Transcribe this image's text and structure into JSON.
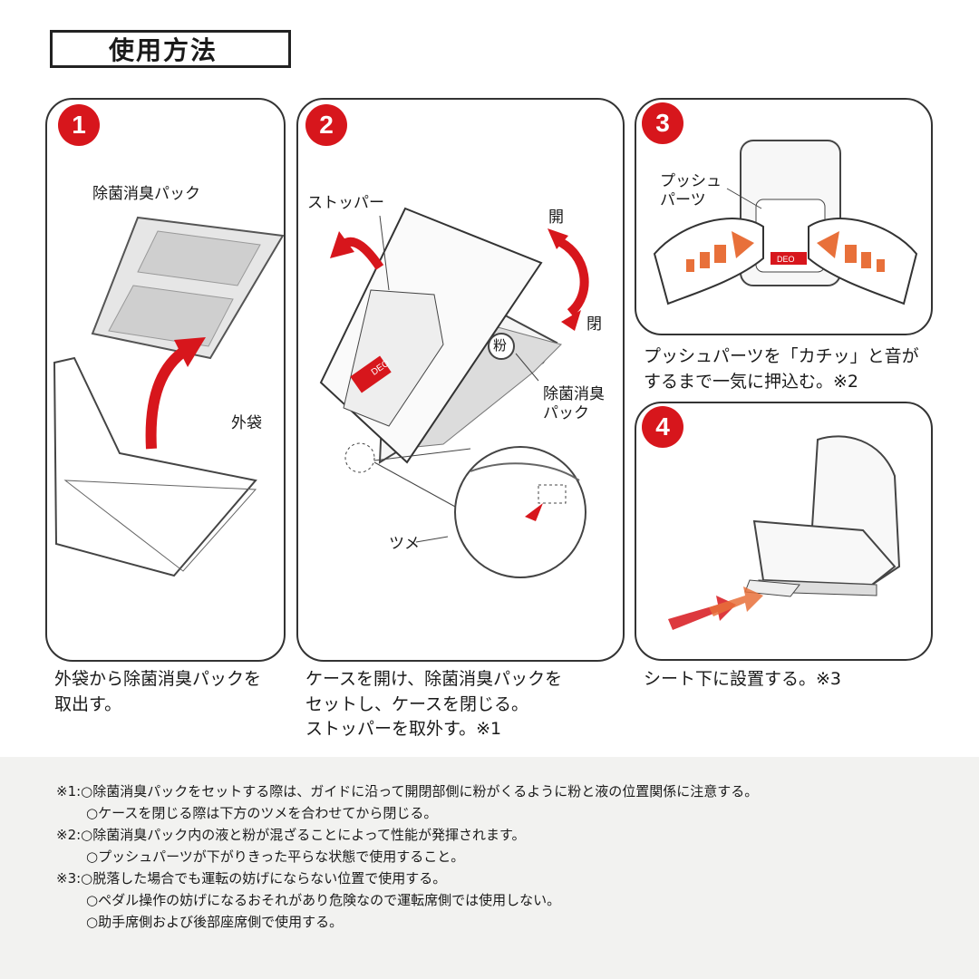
{
  "title": "使用方法",
  "steps": [
    {
      "number": "1",
      "labels": {
        "pack": "除菌消臭パック",
        "outer_bag": "外袋"
      },
      "caption": [
        "外袋から除菌消臭パックを",
        "取出す。"
      ]
    },
    {
      "number": "2",
      "labels": {
        "stopper": "ストッパー",
        "open": "開",
        "close": "閉",
        "powder": "粉",
        "pack_1": "除菌消臭",
        "pack_2": "パック",
        "claw": "ツメ",
        "brand": "DEO"
      },
      "caption": [
        "ケースを開け、除菌消臭パックを",
        "セットし、ケースを閉じる。",
        "ストッパーを取外す。※1"
      ]
    },
    {
      "number": "3",
      "labels": {
        "push_1": "プッシュ",
        "push_2": "パーツ",
        "brand": "DEO"
      },
      "caption": [
        "プッシュパーツを「カチッ」と音が",
        "するまで一気に押込む。※2"
      ]
    },
    {
      "number": "4",
      "caption": [
        "シート下に設置する。※3"
      ]
    }
  ],
  "notes": [
    "※1:○除菌消臭パックをセットする際は、ガイドに沿って開閉部側に粉がくるように粉と液の位置関係に注意する。",
    "○ケースを閉じる際は下方のツメを合わせてから閉じる。",
    "※2:○除菌消臭パック内の液と粉が混ざることによって性能が発揮されます。",
    "○プッシュパーツが下がりきった平らな状態で使用すること。",
    "※3:○脱落した場合でも運転の妨げにならない位置で使用する。",
    "○ペダル操作の妨げになるおそれがあり危険なので運転席側では使用しない。",
    "○助手席側および後部座席側で使用する。"
  ],
  "colors": {
    "accent": "#d7161c",
    "arrow_orange": "#e8703a",
    "notes_bg": "#f2f2f0"
  }
}
